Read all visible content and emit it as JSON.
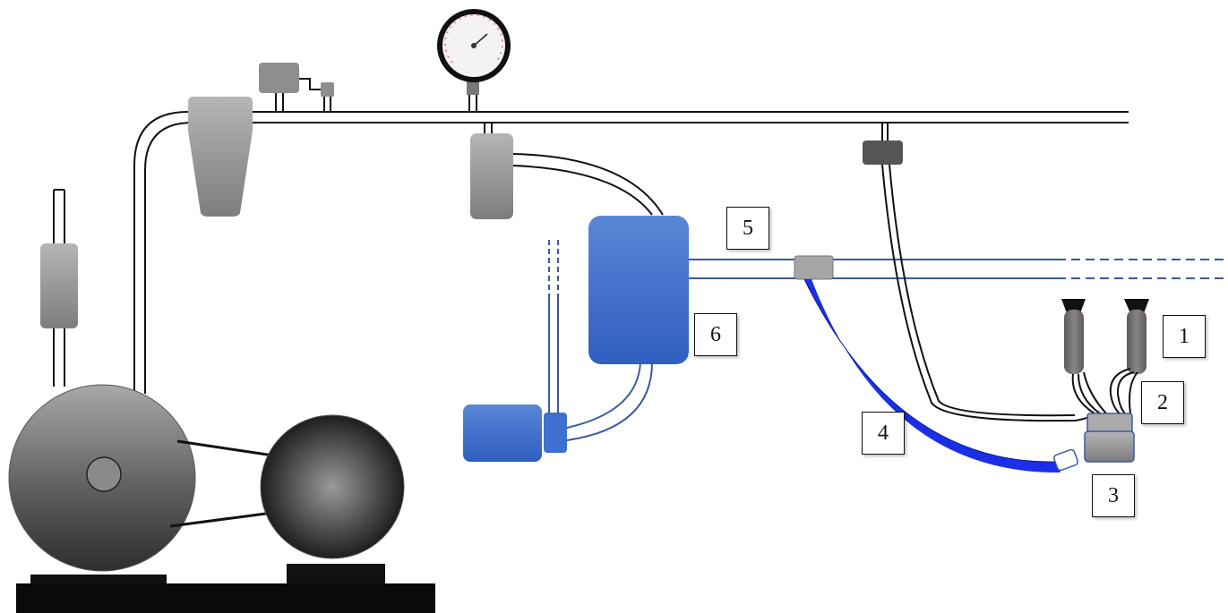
{
  "labels": {
    "teat_cups": "1",
    "short_milk_tubes": "2",
    "milking_claw": "3",
    "long_milk_tube": "4",
    "milk_line": "5",
    "receiver_jar": "6"
  },
  "colors": {
    "blue": "#3f6fcf",
    "bright_blue": "#1a2fe8",
    "gray": "#8c8c8c",
    "dark": "#2a2a2a",
    "pipe_blue": "#3a5aa0"
  },
  "icons": [
    "pressure-gauge-icon",
    "vacuum-pump-icon",
    "electric-motor-icon"
  ]
}
